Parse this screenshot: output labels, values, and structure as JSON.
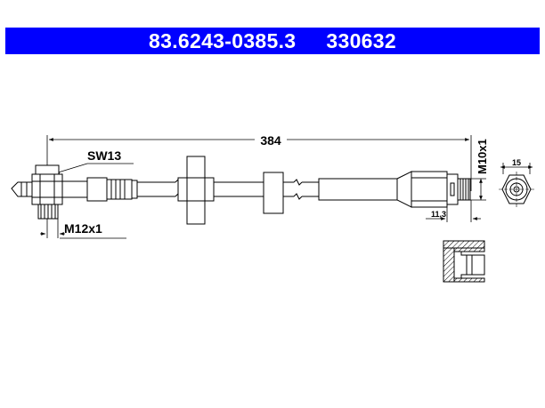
{
  "header": {
    "part_number": "83.6243-0385.3",
    "ref_number": "330632",
    "background_color": "#0000ff",
    "text_color": "#ffffff"
  },
  "dimensions": {
    "overall_length": "384",
    "wrench_size": "SW13",
    "thread_left": "M12x1",
    "thread_right": "M10x1",
    "end_width": "11,3",
    "end_view_diameter": "15"
  }
}
